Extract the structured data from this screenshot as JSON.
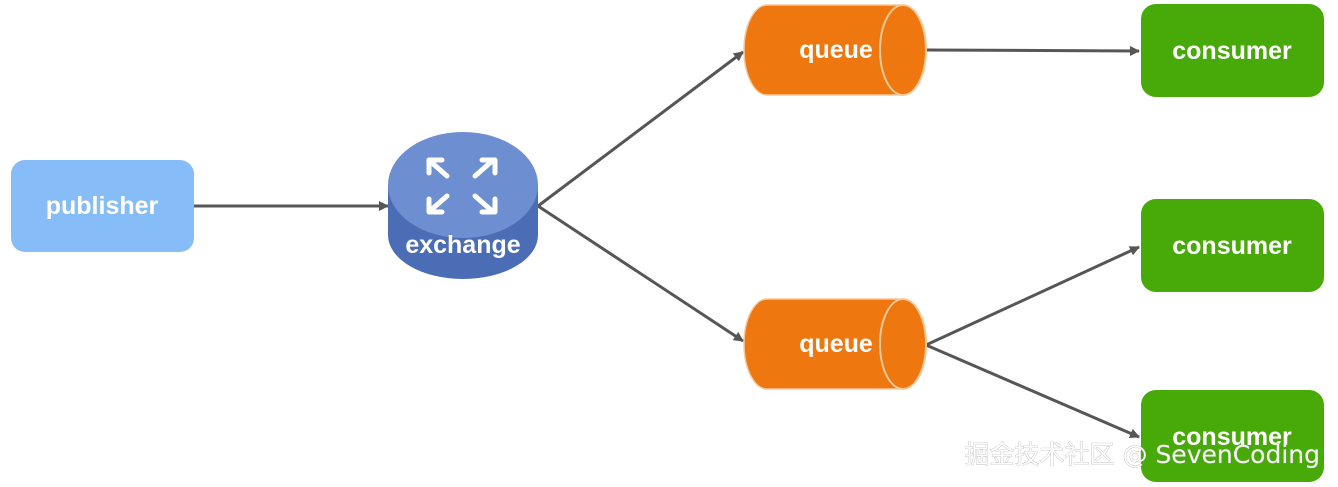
{
  "colors": {
    "publisher": "#86bdf8",
    "exchange_top": "#6d8ed0",
    "exchange_side": "#4b6db6",
    "queue": "#ef770f",
    "queue_border": "#f6c99c",
    "consumer": "#48aa08",
    "edge": "#565656",
    "watermark_text": "#ffffff"
  },
  "nodes": {
    "publisher": "publisher",
    "exchange": "exchange",
    "queue_top": "queue",
    "queue_bottom": "queue",
    "consumer_1": "consumer",
    "consumer_2": "consumer",
    "consumer_3": "consumer"
  },
  "exchange_icon": "four-arrows-icon",
  "edges": [
    {
      "from": "publisher",
      "to": "exchange"
    },
    {
      "from": "exchange",
      "to": "queue_top"
    },
    {
      "from": "exchange",
      "to": "queue_bottom"
    },
    {
      "from": "queue_top",
      "to": "consumer_1"
    },
    {
      "from": "queue_bottom",
      "to": "consumer_2"
    },
    {
      "from": "queue_bottom",
      "to": "consumer_3"
    }
  ],
  "watermark": "掘金技术社区 @ SevenCoding"
}
